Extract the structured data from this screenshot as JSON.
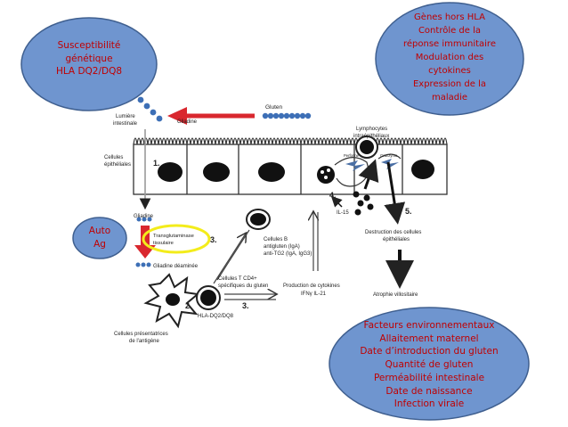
{
  "susceptibility": {
    "lines": [
      "Susceptibilité",
      "génétique",
      "HLA DQ2/DQ8"
    ]
  },
  "non_hla_genes": {
    "lines": [
      "Gènes hors HLA",
      "Contrôle de la",
      "réponse immunitaire",
      "Modulation des",
      "cytokines",
      "Expression de la",
      "maladie"
    ]
  },
  "auto_ag": {
    "lines": [
      "Auto",
      "Ag"
    ]
  },
  "environmental": {
    "lines": [
      "Facteurs environnementaux",
      "Allaitement maternel",
      "Date d’introduction du gluten",
      "Quantité de gluten",
      "Perméabilité intestinale",
      "Date de naissance",
      "Infection virale"
    ]
  },
  "diagram": {
    "gluten": "Gluten",
    "lumen_line1": "Lumière",
    "lumen_line2": "intestinale",
    "gliadine_top": "Gliadine",
    "epithelial_line1": "Cellules",
    "epithelial_line2": "épithéliales",
    "step1": "1.",
    "gliadine_mid": "Gliadine",
    "transglutaminase_line1": "Transglutaminase",
    "transglutaminase_line2": "tissulaire",
    "gliadine_deamidated": "Gliadine déaminée",
    "apc_line1": "Cellules présentatrices",
    "apc_line2": "de l'antigène",
    "step2": "2.",
    "hla_label": "HLA-DQ2/DQ8",
    "t_cells_line1": "Cellules T CD4+",
    "t_cells_line2": "spécifiques du gluten",
    "step3a": "3.",
    "step3b": "3.",
    "b_cells_line1": "Cellules B",
    "b_cells_line2": "antigluten (IgA)",
    "b_cells_line3": "anti-TG2 (IgA, IgG3)",
    "cytokine_line1": "Production de cytokines",
    "cytokine_line2": "IFNγ     IL-21",
    "step4": "4.",
    "il15": "IL-15",
    "perforine": "Perforine",
    "granzyme": "Granzyme",
    "lymphocytes_line1": "Lymphocytes",
    "lymphocytes_line2": "intraépithéliaux",
    "step5": "5.",
    "destruction_line1": "Destruction des cellules",
    "destruction_line2": "épithéliales",
    "atrophy": "Atrophie villositaire"
  },
  "colors": {
    "ellipse_fill": "#6f95cf",
    "ellipse_stroke": "#3f5f8f",
    "red_text": "#c00000",
    "red_arrow": "#d9272e",
    "yellow_ring": "#f3ec1b",
    "gluten_bead": "#3d6fb6"
  }
}
